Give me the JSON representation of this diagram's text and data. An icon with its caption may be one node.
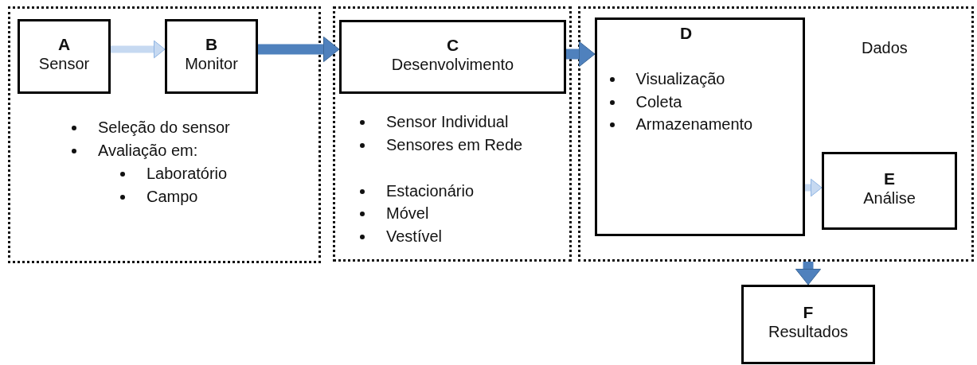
{
  "diagram": {
    "nodes": [
      {
        "text": [
          "Seleção do sensor",
          "Avaliação em:",
          "Laboratório",
          "Campo"
        ]
      },
      {
        "text": [
          "A",
          "Sensor"
        ],
        "in": 0
      },
      {
        "text": [
          "B",
          "Monitor"
        ],
        "in": 0
      },
      {
        "text": [
          "Sensor Individual",
          "Sensores em Rede",
          "Estacionário",
          "Móvel",
          "Vestível"
        ]
      },
      {
        "text": [
          "C",
          "Desenvolvimento"
        ],
        "in": 3
      },
      {
        "text": [
          "Dados"
        ]
      },
      {
        "text": [
          "D",
          "Visualização",
          "Coleta",
          "Armazenamento"
        ],
        "in": 5
      },
      {
        "text": [
          "E",
          "Análise"
        ],
        "in": 5
      },
      {
        "text": [
          "F",
          "Resultados"
        ]
      }
    ],
    "edges": [
      {
        "from": 1,
        "to": 2,
        "arrow": "to",
        "color": "#c6d9f1"
      },
      {
        "from": 2,
        "to": 4,
        "arrow": "to"
      },
      {
        "from": 4,
        "to": 6,
        "arrow": "to"
      },
      {
        "from": 6,
        "to": 7,
        "arrow": "to",
        "color": "#c6d9f1"
      },
      {
        "from": 5,
        "to": 8,
        "arrow": "to"
      }
    ]
  }
}
